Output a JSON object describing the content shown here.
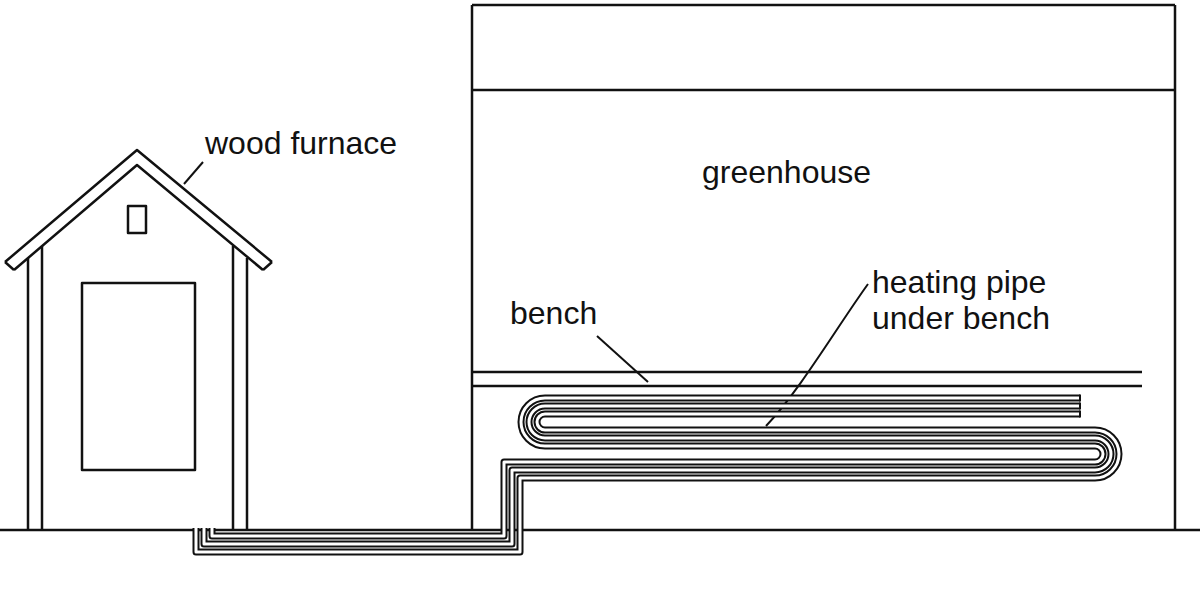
{
  "diagram": {
    "labels": [
      "wood furnace",
      "greenhouse",
      "bench",
      "heating pipe under bench"
    ]
  }
}
